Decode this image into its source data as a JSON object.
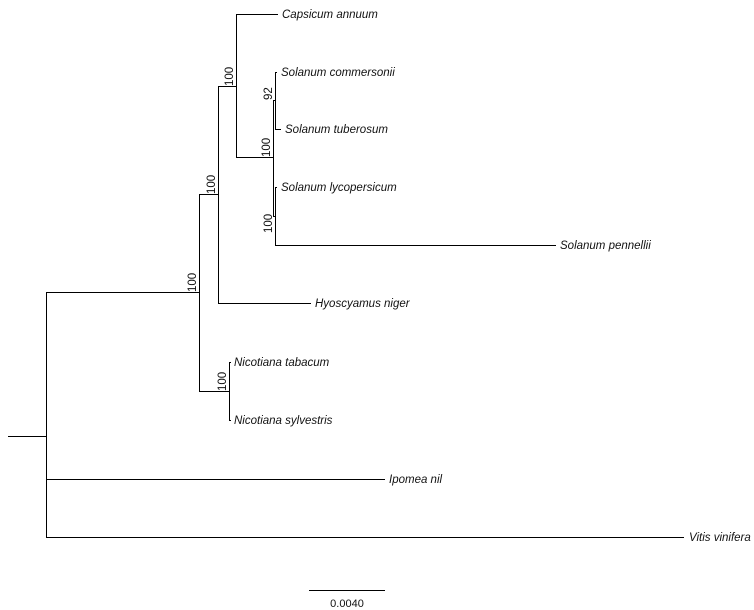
{
  "tree": {
    "taxa": {
      "capsicum_annuum": "Capsicum annuum",
      "solanum_commersonii": "Solanum commersonii",
      "solanum_tuberosum": "Solanum tuberosum",
      "solanum_lycopersicum": "Solanum lycopersicum",
      "solanum_pennellii": "Solanum pennellii",
      "hyoscyamus_niger": "Hyoscyamus niger",
      "nicotiana_tabacum": "Nicotiana tabacum",
      "nicotiana_sylvestris": "Nicotiana sylvestris",
      "ipomea_nil": "Ipomea nil",
      "vitis_vinifera": "Vitis vinifera"
    },
    "support": {
      "capsicum_solanum": "100",
      "solanum_clade": "100",
      "commersonii_tuberosum": "92",
      "lycopersicum_pennellii": "100",
      "hyoscyamus_clade": "100",
      "solanaceae": "100",
      "nicotiana": "100"
    },
    "scale_bar": {
      "label": "0.0040"
    }
  }
}
